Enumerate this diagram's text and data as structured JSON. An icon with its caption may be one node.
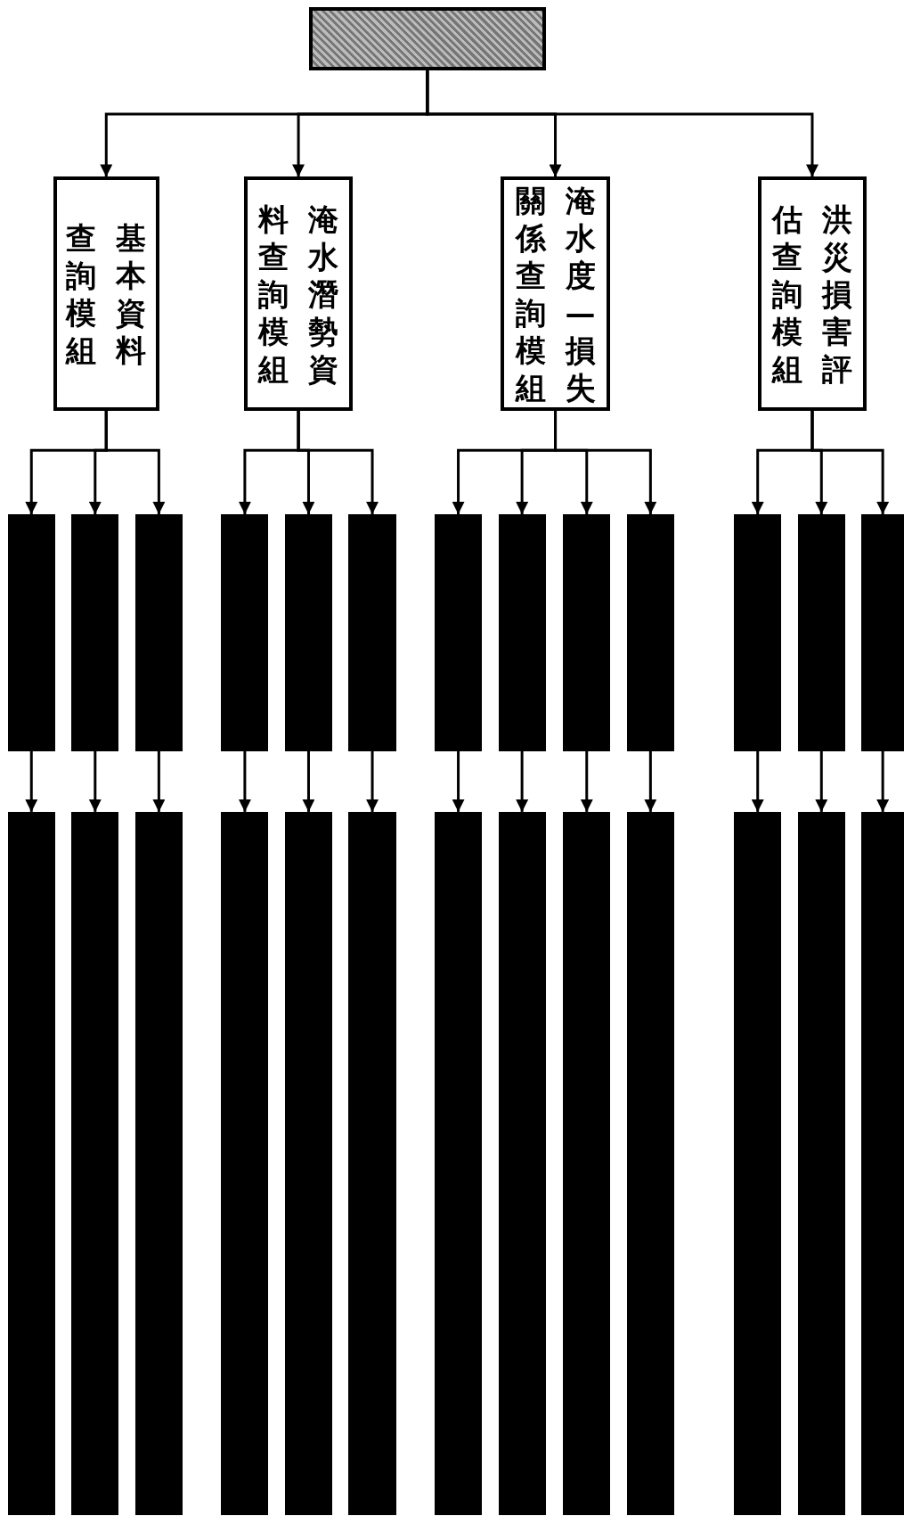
{
  "diagram": {
    "nodes": [
      {
        "text": [],
        "shape": "box"
      },
      {
        "text": [
          "基本資料查詢模組"
        ]
      },
      {
        "text": [
          "淹水潛勢資料查詢模組"
        ]
      },
      {
        "text": [
          "淹水度—損失關係查詢模組"
        ]
      },
      {
        "text": [
          "洪災損害評估查詢模組"
        ]
      },
      {
        "text": [],
        "shape": "box"
      },
      {
        "text": [],
        "shape": "box"
      },
      {
        "text": [],
        "shape": "box"
      },
      {
        "text": [],
        "shape": "box"
      },
      {
        "text": [],
        "shape": "box"
      },
      {
        "text": [],
        "shape": "box"
      },
      {
        "text": [],
        "shape": "box"
      },
      {
        "text": [],
        "shape": "box"
      },
      {
        "text": [],
        "shape": "box"
      },
      {
        "text": [],
        "shape": "box"
      },
      {
        "text": [],
        "shape": "box"
      },
      {
        "text": [],
        "shape": "box"
      },
      {
        "text": [],
        "shape": "box"
      },
      {
        "text": [],
        "shape": "box"
      },
      {
        "text": [],
        "shape": "box"
      },
      {
        "text": [],
        "shape": "box"
      },
      {
        "text": [],
        "shape": "box"
      },
      {
        "text": [],
        "shape": "box"
      },
      {
        "text": [],
        "shape": "box"
      },
      {
        "text": [],
        "shape": "box"
      },
      {
        "text": [],
        "shape": "box"
      },
      {
        "text": [],
        "shape": "box"
      },
      {
        "text": [],
        "shape": "box"
      },
      {
        "text": [],
        "shape": "box"
      },
      {
        "text": [],
        "shape": "box"
      },
      {
        "text": [],
        "shape": "box"
      }
    ],
    "edges": [
      {
        "from": 0,
        "to": 1,
        "arrow": "to"
      },
      {
        "from": 0,
        "to": 2,
        "arrow": "to"
      },
      {
        "from": 0,
        "to": 3,
        "arrow": "to"
      },
      {
        "from": 0,
        "to": 4,
        "arrow": "to"
      },
      {
        "from": 1,
        "to": 5,
        "arrow": "to"
      },
      {
        "from": 1,
        "to": 6,
        "arrow": "to"
      },
      {
        "from": 1,
        "to": 7,
        "arrow": "to"
      },
      {
        "from": 2,
        "to": 8,
        "arrow": "to"
      },
      {
        "from": 2,
        "to": 9,
        "arrow": "to"
      },
      {
        "from": 2,
        "to": 10,
        "arrow": "to"
      },
      {
        "from": 3,
        "to": 11,
        "arrow": "to"
      },
      {
        "from": 3,
        "to": 12,
        "arrow": "to"
      },
      {
        "from": 3,
        "to": 13,
        "arrow": "to"
      },
      {
        "from": 3,
        "to": 14,
        "arrow": "to"
      },
      {
        "from": 4,
        "to": 15,
        "arrow": "to"
      },
      {
        "from": 4,
        "to": 16,
        "arrow": "to"
      },
      {
        "from": 4,
        "to": 17,
        "arrow": "to"
      },
      {
        "from": 5,
        "to": 18,
        "arrow": "to"
      },
      {
        "from": 6,
        "to": 19,
        "arrow": "to"
      },
      {
        "from": 7,
        "to": 20,
        "arrow": "to"
      },
      {
        "from": 8,
        "to": 21,
        "arrow": "to"
      },
      {
        "from": 9,
        "to": 22,
        "arrow": "to"
      },
      {
        "from": 10,
        "to": 23,
        "arrow": "to"
      },
      {
        "from": 11,
        "to": 24,
        "arrow": "to"
      },
      {
        "from": 12,
        "to": 25,
        "arrow": "to"
      },
      {
        "from": 13,
        "to": 26,
        "arrow": "to"
      },
      {
        "from": 14,
        "to": 27,
        "arrow": "to"
      },
      {
        "from": 15,
        "to": 28,
        "arrow": "to"
      },
      {
        "from": 16,
        "to": 29,
        "arrow": "to"
      },
      {
        "from": 17,
        "to": 30,
        "arrow": "to"
      }
    ]
  }
}
